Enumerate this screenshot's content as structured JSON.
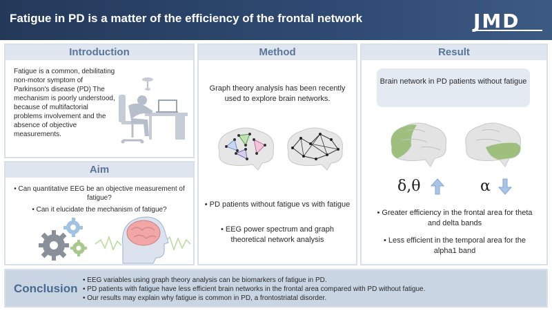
{
  "header": {
    "title": "Fatigue in PD is a matter of the efficiency of the frontal network",
    "logo": "JMD"
  },
  "intro": {
    "heading": "Introduction",
    "text": "Fatigue is a common, debilitating non-motor symptom of Parkinson's disease (PD) The mechanism is poorly understood, because of multifactorial problems involvement and the absence of objective measurements."
  },
  "aim": {
    "heading": "Aim",
    "items": [
      "• Can quantitative EEG be an objective measurement of fatigue?",
      "• Can it elucidate the mechanism of fatigue?"
    ]
  },
  "method": {
    "heading": "Method",
    "intro": "Graph theory analysis has been recently used to explore brain networks.",
    "bullet1": "• PD patients without fatigue vs with fatigue",
    "bullet2": "• EEG power spectrum and graph theoretical network analysis"
  },
  "result": {
    "heading": "Result",
    "box": "Brain network in PD patients without fatigue",
    "band_up": "δ,θ",
    "band_down": "α",
    "bullet1": "• Greater efficiency in the frontal area for theta and delta bands",
    "bullet2": "• Less efficient in the temporal area for the alpha1 band",
    "colors": {
      "highlight": "#9fbf7f",
      "arrow": "#7fa6d6",
      "brain": "#e3e3e3"
    }
  },
  "conclusion": {
    "heading": "Conclusion",
    "items": [
      "• EEG variables using graph theory analysis can be biomarkers of fatigue in PD.",
      "• PD patients with fatigue have less efficient brain networks in the frontal area compared with PD without fatigue.",
      "• Our results may explain why fatigue is common in PD, a frontostriatal disorder."
    ]
  }
}
